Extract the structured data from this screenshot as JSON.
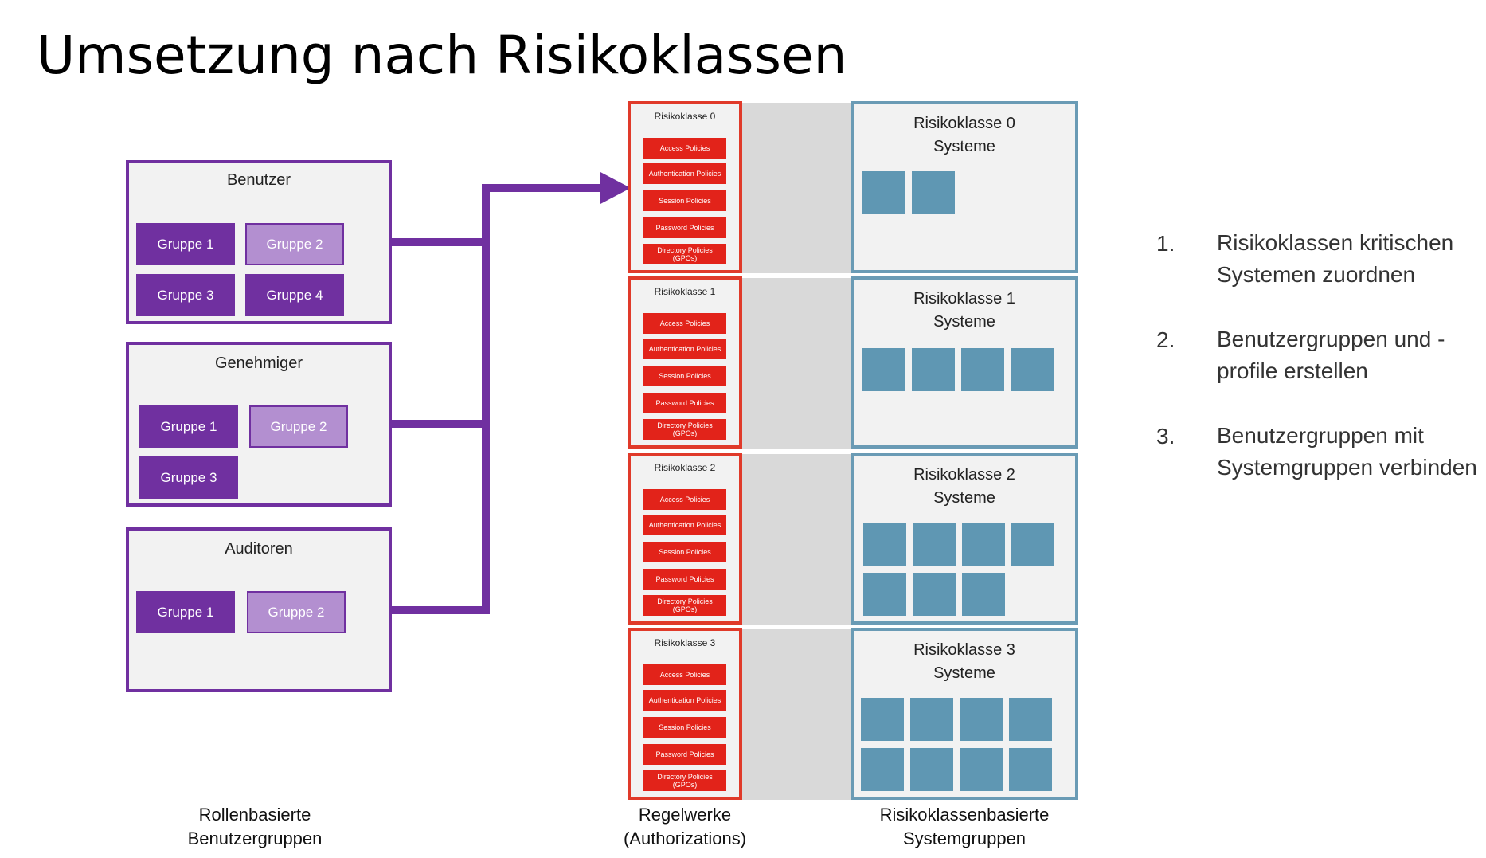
{
  "title": "Umsetzung nach Risikoklassen",
  "colors": {
    "role_border": "#7030a0",
    "group_dark": "#7030a0",
    "group_light": "#b38fd0",
    "risk_border": "#e03a2a",
    "policy_fill": "#e2231a",
    "system_border": "#6a9bb5",
    "system_square": "#5f97b3",
    "band_gray": "#d9d9d9"
  },
  "roles": [
    {
      "name": "Benutzer",
      "groups": [
        "Gruppe 1",
        "Gruppe 2",
        "Gruppe 3",
        "Gruppe 4"
      ]
    },
    {
      "name": "Genehmiger",
      "groups": [
        "Gruppe 1",
        "Gruppe 2",
        "Gruppe 3"
      ]
    },
    {
      "name": "Auditoren",
      "groups": [
        "Gruppe 1",
        "Gruppe 2"
      ]
    }
  ],
  "policies": [
    "Access Policies",
    "Authentication Policies",
    "Session Policies",
    "Password Policies",
    "Directory Policies (GPOs)"
  ],
  "risk_classes": [
    "Risikoklasse 0",
    "Risikoklasse 1",
    "Risikoklasse 2",
    "Risikoklasse 3"
  ],
  "system_groups": [
    {
      "title": "Risikoklasse 0",
      "subtitle": "Systeme",
      "count": 2
    },
    {
      "title": "Risikoklasse 1",
      "subtitle": "Systeme",
      "count": 4
    },
    {
      "title": "Risikoklasse 2",
      "subtitle": "Systeme",
      "count": 7
    },
    {
      "title": "Risikoklasse 3",
      "subtitle": "Systeme",
      "count": 8
    }
  ],
  "captions": {
    "roles_line1": "Rollenbasierte",
    "roles_line2": "Benutzergruppen",
    "rules_line1": "Regelwerke",
    "rules_line2": "(Authorizations)",
    "systems_line1": "Risikoklassenbasierte",
    "systems_line2": "Systemgruppen"
  },
  "steps": [
    {
      "num": "1.",
      "text": "Risikoklassen kritischen Systemen zuordnen"
    },
    {
      "num": "2.",
      "text": "Benutzergruppen und - profile erstellen"
    },
    {
      "num": "3.",
      "text": "Benutzergruppen mit Systemgruppen verbinden"
    }
  ]
}
